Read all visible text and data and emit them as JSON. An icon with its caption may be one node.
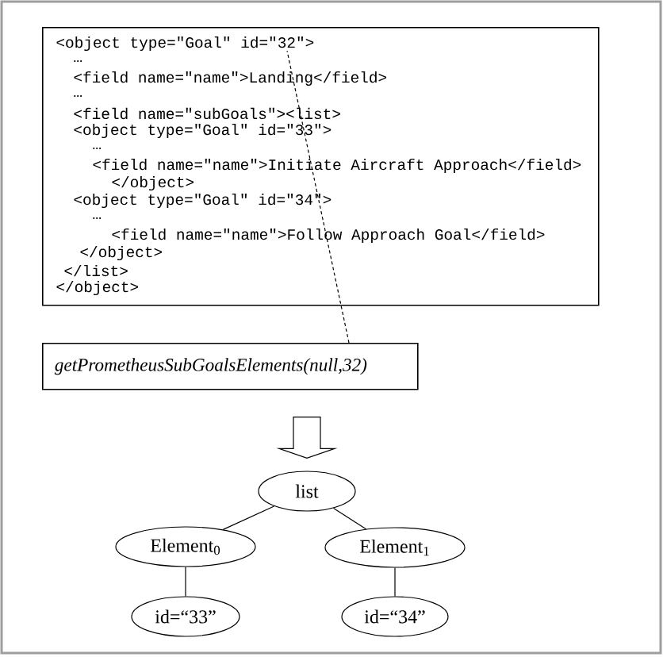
{
  "diagram": {
    "nodes": [
      {
        "text": [
          "<object type=\"Goal\" id=\"32\">",
          "…",
          "<field name=\"name\">Landing</field>",
          "…",
          "<field name=\"subGoals\"><list>",
          "<object type=\"Goal\" id=\"33\">",
          "…",
          "<field name=\"name\">Initiate Aircraft Approach</field>",
          "</object>",
          "<object type=\"Goal\" id=\"34\">",
          "…",
          "<field name=\"name\">Follow Approach Goal</field>",
          "</object>",
          "</list>",
          "</object>"
        ]
      },
      {
        "text": [
          "getPrometheusSubGoalsElements(null,32)"
        ]
      },
      {
        "text": [
          "list"
        ]
      },
      {
        "text": [
          "Element$_{0}$"
        ]
      },
      {
        "text": [
          "Element$_{1}$"
        ]
      },
      {
        "text": [
          "id=“33”"
        ]
      },
      {
        "text": [
          "id=“34”"
        ]
      }
    ],
    "edges": [
      {
        "from": 1,
        "to": 0,
        "arrow": "none",
        "style": "dashed"
      },
      {
        "from": 1,
        "to": 2,
        "arrow": "to"
      },
      {
        "from": 2,
        "to": 3,
        "arrow": "none"
      },
      {
        "from": 2,
        "to": 4,
        "arrow": "none"
      },
      {
        "from": 3,
        "to": 5,
        "arrow": "none"
      },
      {
        "from": 4,
        "to": 6,
        "arrow": "none"
      }
    ]
  }
}
